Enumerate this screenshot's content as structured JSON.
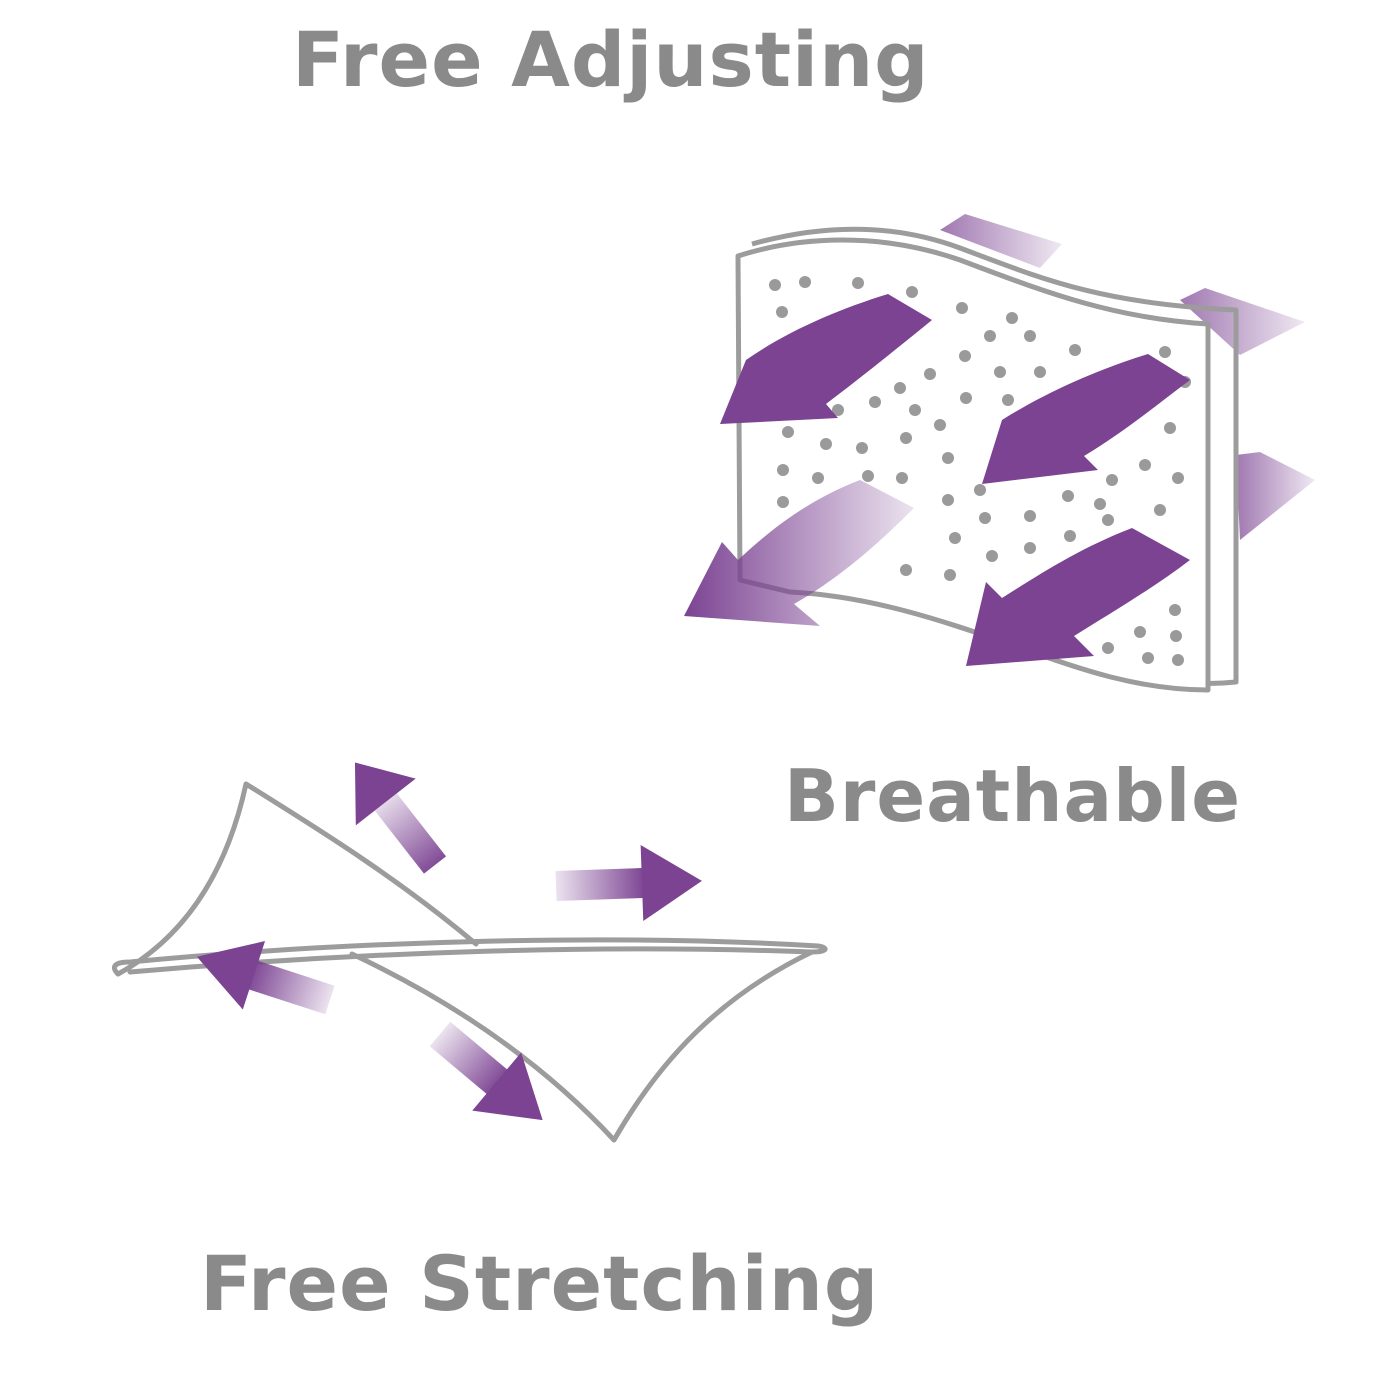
{
  "labels": {
    "free_adjusting": "Free Adjusting",
    "breathable": "Breathable",
    "free_stretching": "Free Stretching"
  },
  "colors": {
    "arrow_purple": "#7b4392",
    "outline_gray": "#9c9c9c",
    "dot_gray": "#9a9a9a",
    "text_gray": "#8a8a8a"
  },
  "icons": {
    "breathable": "perforated-fabric-with-airflow-arrows",
    "stretching": "stretching-fabric-with-outward-arrows"
  }
}
